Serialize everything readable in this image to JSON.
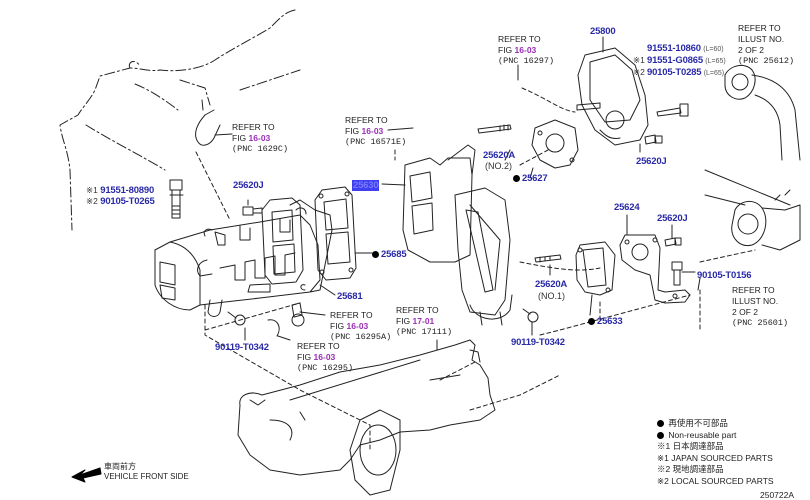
{
  "diagram": {
    "type": "exploded parts diagram",
    "part_numbers": {
      "p25800": "25800",
      "p25630": "25630",
      "p25620J_left": "25620J",
      "p25620J_top": "25620J",
      "p25620J_right": "25620J",
      "p25620A_no2": "25620A",
      "p25620A_no2_sub": "(NO.2)",
      "p25620A_no1": "25620A",
      "p25620A_no1_sub": "(NO.1)",
      "p25627": "25627",
      "p25685": "25685",
      "p25681": "25681",
      "p25624": "25624",
      "p25633": "25633",
      "p90105_T0156": "90105-T0156",
      "p90119_T0342_left": "90119-T0342",
      "p90119_T0342_right": "90119-T0342"
    },
    "bolt_group_top": {
      "items": [
        {
          "mark": "",
          "part": "91551-10860",
          "length": "(L=60)"
        },
        {
          "mark": "※1",
          "part": "91551-G0865",
          "length": "(L=65)"
        },
        {
          "mark": "※2",
          "part": "90105-T0285",
          "length": "(L=65)"
        }
      ]
    },
    "bolt_group_left": {
      "items": [
        {
          "mark": "※1",
          "part": "91551-80890"
        },
        {
          "mark": "※2",
          "part": "90105-T0265"
        }
      ]
    },
    "references": [
      {
        "id": "ref_16297",
        "line1": "REFER TO",
        "fig_prefix": "FIG ",
        "fig": "16-03",
        "pnc": "(PNC 16297)"
      },
      {
        "id": "ref_1629c",
        "line1": "REFER TO",
        "fig_prefix": "FIG ",
        "fig": "16-03",
        "pnc": "(PNC 1629C)"
      },
      {
        "id": "ref_16571e",
        "line1": "REFER TO",
        "fig_prefix": "FIG ",
        "fig": "16-03",
        "pnc": "(PNC 16571E)"
      },
      {
        "id": "ref_16295a",
        "line1": "REFER TO",
        "fig_prefix": "FIG ",
        "fig": "16-03",
        "pnc": "(PNC 16295A)"
      },
      {
        "id": "ref_16295",
        "line1": "REFER TO",
        "fig_prefix": "FIG ",
        "fig": "16-03",
        "pnc": "(PNC 16295)"
      },
      {
        "id": "ref_17111",
        "line1": "REFER TO",
        "fig_prefix": "FIG ",
        "fig": "17-01",
        "pnc": "(PNC 17111)"
      }
    ],
    "illust_refs": [
      {
        "id": "illust_25612",
        "line1": "REFER TO",
        "line2": "ILLUST NO.",
        "line3": "2 OF 2",
        "pnc": "(PNC 25612)"
      },
      {
        "id": "illust_25601",
        "line1": "REFER TO",
        "line2": "ILLUST NO.",
        "line3": "2 OF 2",
        "pnc": "(PNC 25601)"
      }
    ],
    "legend": [
      {
        "symbol": "dot",
        "text": "再使用不可部品"
      },
      {
        "symbol": "dot",
        "text": "Non-reusable part"
      },
      {
        "symbol": "※1",
        "text": "日本調達部品"
      },
      {
        "symbol": "※1",
        "text": "JAPAN SOURCED PARTS"
      },
      {
        "symbol": "※2",
        "text": "現地調達部品"
      },
      {
        "symbol": "※2",
        "text": "LOCAL SOURCED PARTS"
      }
    ],
    "front_indicator": {
      "jp": "車両前方",
      "en": "VEHICLE FRONT SIDE"
    },
    "illustration_code": "250722A",
    "colors": {
      "part_number": "#2a2aa8",
      "fig_ref": "#9a2fb5",
      "highlight_bg": "#3f3ff0",
      "line": "#222222"
    }
  }
}
